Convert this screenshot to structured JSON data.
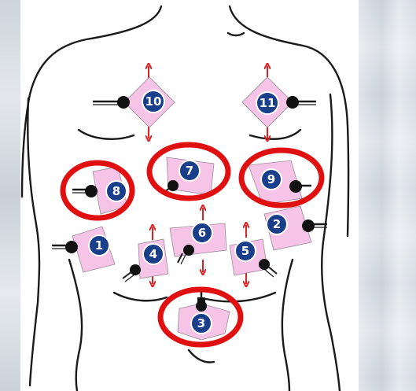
{
  "colors": {
    "pad_fill": "#f5c4e6",
    "badge_fill": "#1a3f8a",
    "arrow": "#e02020",
    "highlight_ring": "#e01010",
    "outline": "#1a1a1a"
  },
  "electrodes": [
    {
      "id": "pad-1",
      "number": "1",
      "highlighted": false
    },
    {
      "id": "pad-2",
      "number": "2",
      "highlighted": false
    },
    {
      "id": "pad-3",
      "number": "3",
      "highlighted": true
    },
    {
      "id": "pad-4",
      "number": "4",
      "highlighted": false
    },
    {
      "id": "pad-5",
      "number": "5",
      "highlighted": false
    },
    {
      "id": "pad-6",
      "number": "6",
      "highlighted": false
    },
    {
      "id": "pad-7",
      "number": "7",
      "highlighted": true
    },
    {
      "id": "pad-8",
      "number": "8",
      "highlighted": true
    },
    {
      "id": "pad-9",
      "number": "9",
      "highlighted": true
    },
    {
      "id": "pad-10",
      "number": "10",
      "highlighted": false
    },
    {
      "id": "pad-11",
      "number": "11",
      "highlighted": false
    }
  ]
}
